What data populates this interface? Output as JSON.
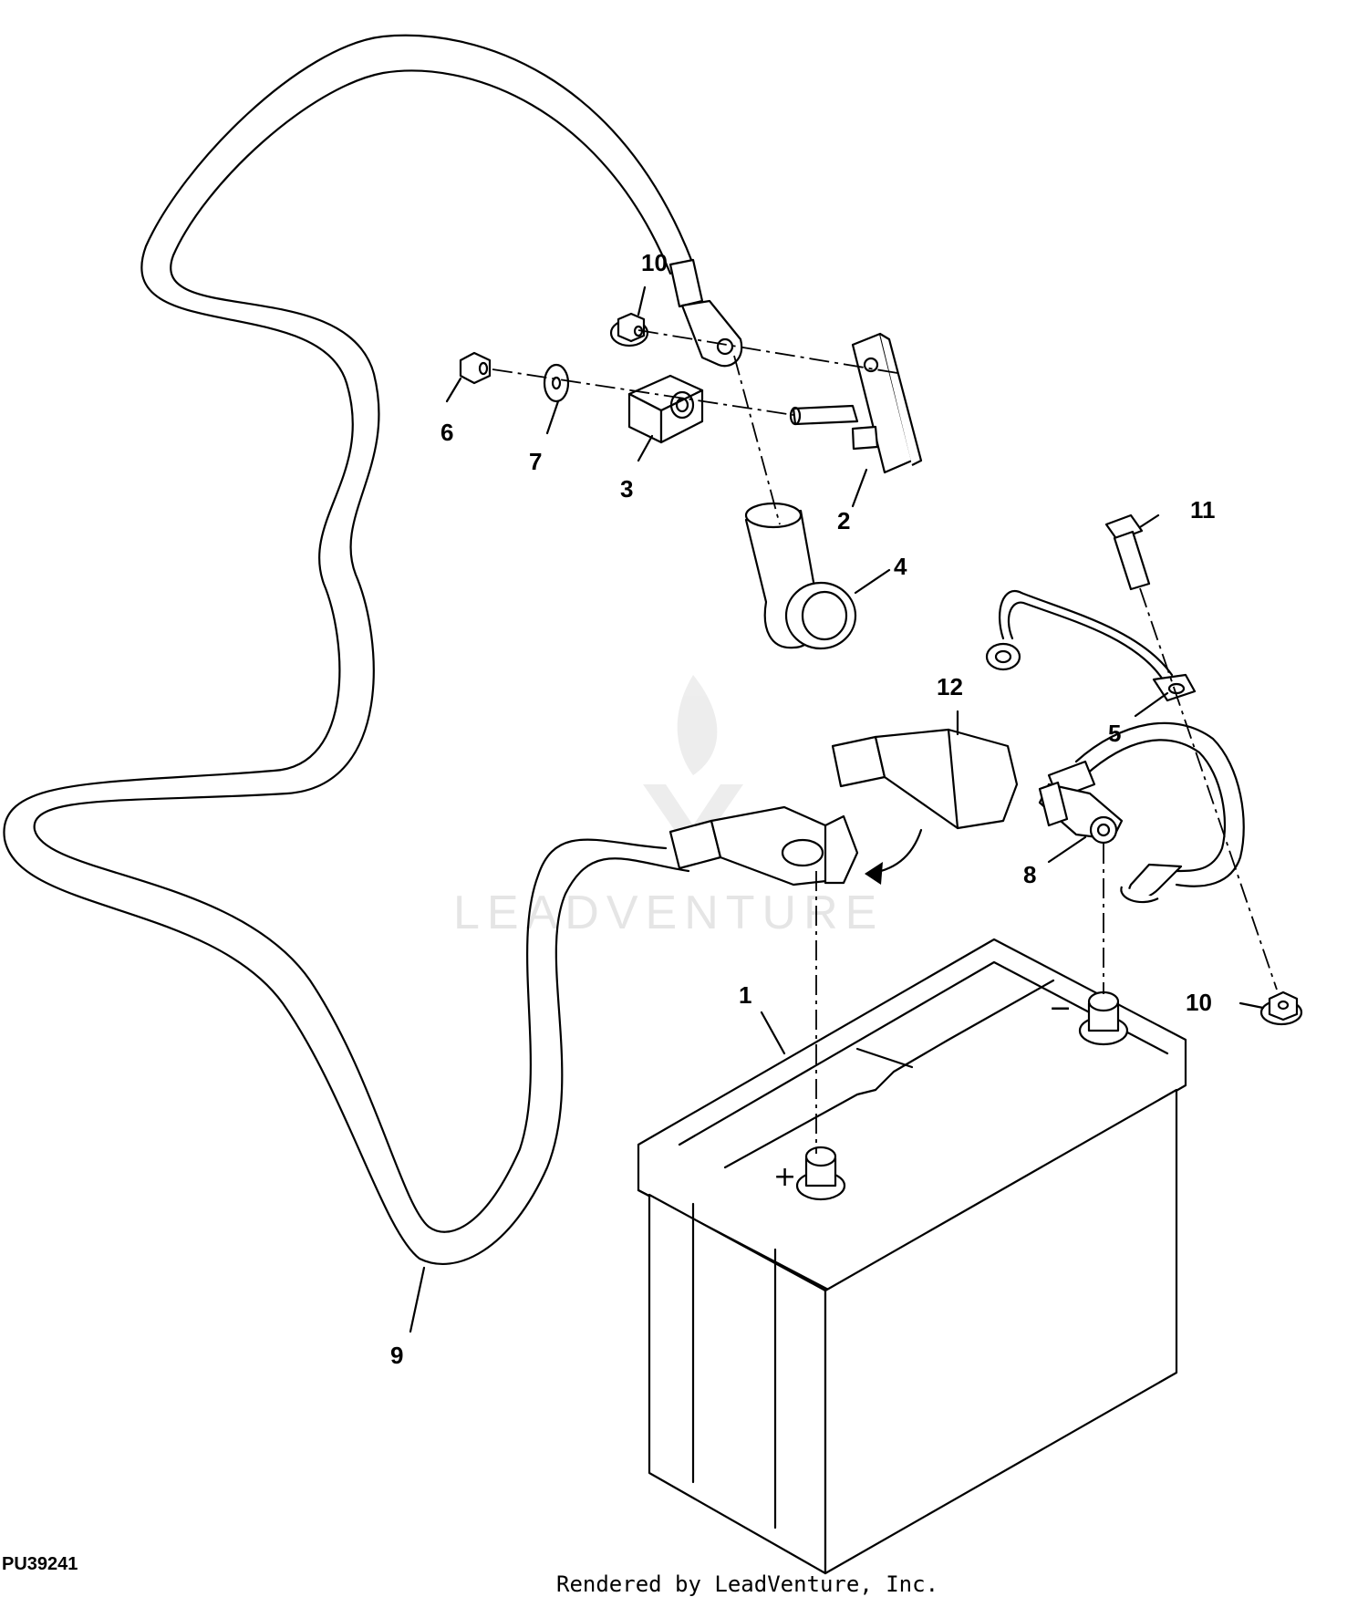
{
  "figure_id": "PU39241",
  "render_credit": "Rendered by LeadVenture, Inc.",
  "watermark": "LEADVENTURE",
  "callouts": {
    "c1": "1",
    "c2": "2",
    "c3": "3",
    "c4": "4",
    "c5": "5",
    "c6": "6",
    "c7": "7",
    "c8": "8",
    "c9": "9",
    "c10a": "10",
    "c10b": "10",
    "c11": "11",
    "c12": "12"
  },
  "terminal_marks": {
    "positive": "+",
    "negative": "−"
  }
}
